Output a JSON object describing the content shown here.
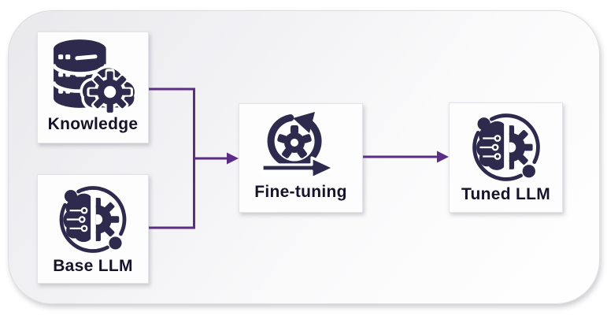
{
  "diagram": {
    "type": "flowchart",
    "nodes": [
      {
        "id": "knowledge",
        "label": "Knowledge",
        "icon": "database-gear-icon"
      },
      {
        "id": "base-llm",
        "label": "Base LLM",
        "icon": "brain-circuit-gear-icon"
      },
      {
        "id": "fine-tuning",
        "label": "Fine-tuning",
        "icon": "iteration-gear-icon"
      },
      {
        "id": "tuned-llm",
        "label": "Tuned LLM",
        "icon": "brain-circuit-gear-icon"
      }
    ],
    "edges": [
      {
        "from": "knowledge",
        "to": "fine-tuning"
      },
      {
        "from": "base-llm",
        "to": "fine-tuning"
      },
      {
        "from": "fine-tuning",
        "to": "tuned-llm"
      }
    ],
    "colors": {
      "icon_ink": "#2e2a4d",
      "connector_purple": "#5b2d87",
      "label_text": "#17132a",
      "node_background": "#fdfdfd",
      "panel_gradient_start": "#e9e9ec",
      "panel_gradient_end": "#ffffff"
    }
  }
}
